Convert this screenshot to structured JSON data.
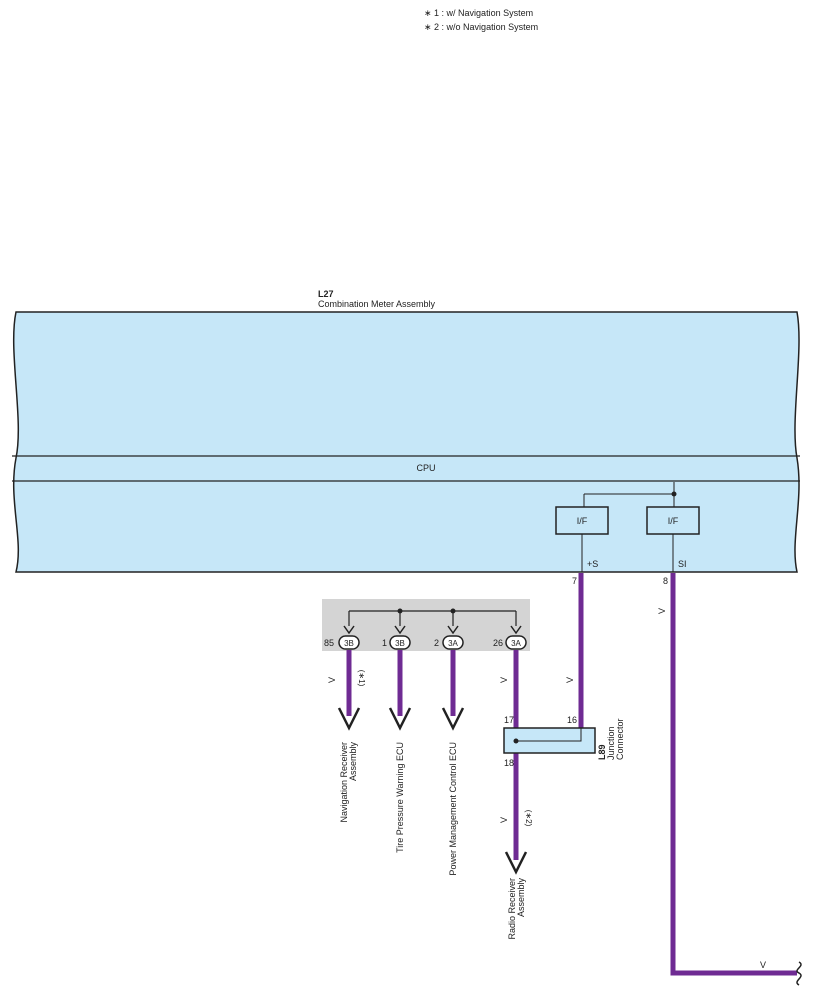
{
  "notes": {
    "note1": "∗ 1 : w/ Navigation System",
    "note2": "∗ 2 : w/o Navigation System"
  },
  "meter": {
    "code": "L27",
    "name": "Combination Meter Assembly",
    "cpu_label": "CPU",
    "if_left": "I/F",
    "if_right": "I/F",
    "pin_plus_s_label": "+S",
    "pin_si_label": "SI",
    "pin_plus_s_number": "7",
    "pin_si_number": "8"
  },
  "connector_group": {
    "pins": [
      {
        "number": "85",
        "connector": "3B"
      },
      {
        "number": "1",
        "connector": "3B"
      },
      {
        "number": "2",
        "connector": "3A"
      },
      {
        "number": "26",
        "connector": "3A"
      }
    ]
  },
  "junction": {
    "code": "L89",
    "name_line1": "Junction",
    "name_line2": "Connector",
    "pin_17": "17",
    "pin_16": "16",
    "pin_18": "18"
  },
  "wires": {
    "color_label": "V",
    "wire_color": "#6f2b93"
  },
  "destinations": {
    "nav_line1": "Navigation Receiver",
    "nav_line2": "Assembly",
    "nav_note": "(∗1)",
    "tpw": "Tire Pressure Warning ECU",
    "pmc": "Power Management Control ECU",
    "radio_line1": "Radio Receiver",
    "radio_line2": "Assembly",
    "radio_note": "(∗2)"
  }
}
